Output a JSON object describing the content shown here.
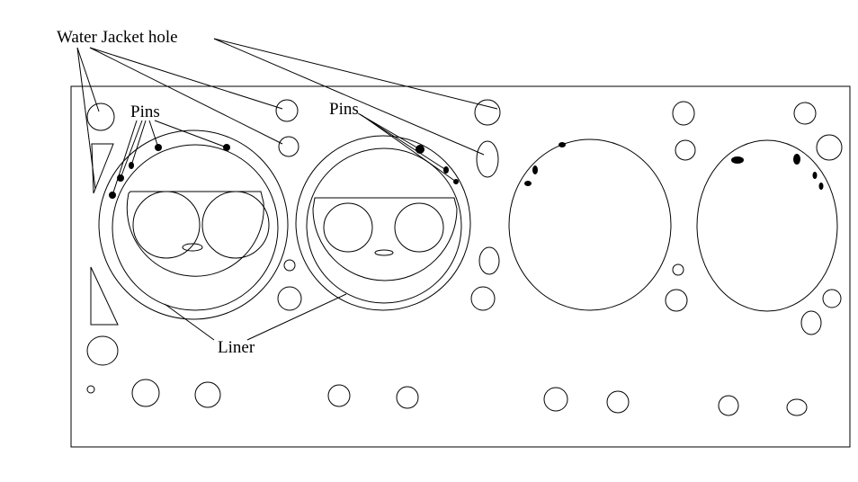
{
  "title": "Cylinder head gasket diagram",
  "labels": {
    "water_jacket": "Water Jacket hole",
    "pins_left": "Pins",
    "pins_right": "Pins",
    "liner": "Liner"
  },
  "colors": {
    "stroke": "#000000",
    "background": "#ffffff"
  }
}
